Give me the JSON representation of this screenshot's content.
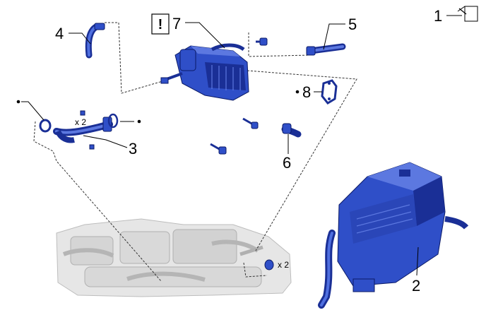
{
  "diagram": {
    "colors": {
      "part_fill": "#2f4fc8",
      "part_dark": "#1a2f96",
      "part_light": "#5c78e0",
      "engine_gray": "#c8c8c8"
    },
    "warning_symbol": "!",
    "quantity_label": "x 2",
    "callouts": [
      {
        "number": "1",
        "icon": "note-pad-icon"
      },
      {
        "number": "2"
      },
      {
        "number": "3"
      },
      {
        "number": "4"
      },
      {
        "number": "5"
      },
      {
        "number": "6"
      },
      {
        "number": "7"
      },
      {
        "number": "8"
      }
    ]
  }
}
